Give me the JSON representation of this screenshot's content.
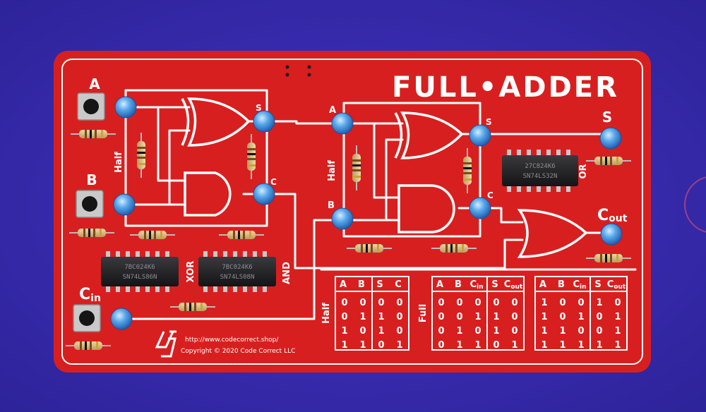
{
  "board": {
    "title": "FULL•ADDER",
    "url": "http://www.codecorrect.shop/",
    "copyright": "Copyright © 2020 Code Correct LLC",
    "colors": {
      "mat": "#3a2fb8",
      "pcb": "#d81f1f",
      "trace": "#ffffff",
      "led": "#4aa0e8"
    }
  },
  "inputs": {
    "a": "A",
    "b": "B",
    "cin_main": "C",
    "cin_sub": "in"
  },
  "outputs": {
    "s": "S",
    "cout_main": "C",
    "cout_sub": "out"
  },
  "half_adder_1": {
    "label": "Half",
    "s": "S",
    "c": "C"
  },
  "half_adder_2": {
    "label": "Half",
    "a": "A",
    "b": "B",
    "s": "S",
    "c": "C"
  },
  "chip_labels": {
    "xor": "XOR",
    "and": "AND",
    "or": "OR"
  },
  "chip_markings": {
    "chip1": [
      "7BC024K6",
      "SN74LS86N"
    ],
    "chip2": [
      "7BC024K6",
      "SN74LS08N"
    ],
    "chip3": [
      "27C824K6",
      "SN74LS32N"
    ]
  },
  "tables": {
    "half": {
      "label": "Half",
      "headers": [
        "A",
        "B",
        "S",
        "C"
      ],
      "rows": [
        [
          "0",
          "0",
          "0",
          "0"
        ],
        [
          "0",
          "1",
          "1",
          "0"
        ],
        [
          "1",
          "0",
          "1",
          "0"
        ],
        [
          "1",
          "1",
          "0",
          "1"
        ]
      ]
    },
    "full_left": {
      "label": "Full",
      "headers": [
        "A",
        "B",
        "C",
        "S",
        "C"
      ],
      "header_subs": [
        "",
        "",
        "in",
        "",
        "out"
      ],
      "rows": [
        [
          "0",
          "0",
          "0",
          "0",
          "0"
        ],
        [
          "0",
          "0",
          "1",
          "1",
          "0"
        ],
        [
          "0",
          "1",
          "0",
          "1",
          "0"
        ],
        [
          "0",
          "1",
          "1",
          "0",
          "1"
        ]
      ]
    },
    "full_right": {
      "headers": [
        "A",
        "B",
        "C",
        "S",
        "C"
      ],
      "header_subs": [
        "",
        "",
        "in",
        "",
        "out"
      ],
      "rows": [
        [
          "1",
          "0",
          "0",
          "1",
          "0"
        ],
        [
          "1",
          "0",
          "1",
          "0",
          "1"
        ],
        [
          "1",
          "1",
          "0",
          "0",
          "1"
        ],
        [
          "1",
          "1",
          "1",
          "1",
          "1"
        ]
      ]
    }
  }
}
